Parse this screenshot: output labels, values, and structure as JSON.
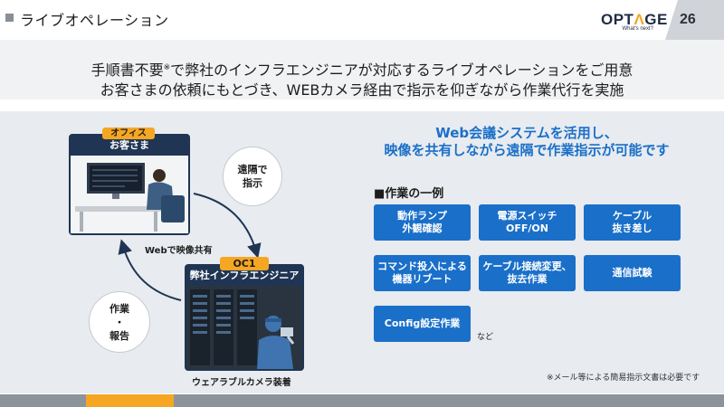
{
  "header": {
    "title": "ライブオペレーション",
    "logo_main_1": "OPT",
    "logo_accent": "Λ",
    "logo_main_2": "GE",
    "logo_tagline": "What's next?",
    "page_number": "26"
  },
  "intro": {
    "line1_a": "手順書不要",
    "line1_sup": "※",
    "line1_b": "で弊社のインフラエンジニアが対応するライブオペレーションをご用意",
    "line2": "お客さまの依頼にもとづき、WEBカメラ経由で指示を仰ぎながら作業代行を実施"
  },
  "diagram": {
    "office_tag": "オフィス",
    "office_head": "お客さま",
    "oc1_tag": "OC1",
    "oc1_head": "弊社インフラエンジニア",
    "web_share": "Webで映像共有",
    "wearable": "ウェアラブルカメラ装着",
    "bubble_remote_1": "遠隔で",
    "bubble_remote_2": "指示",
    "bubble_work_1": "作業",
    "bubble_work_2": "・",
    "bubble_work_3": "報告"
  },
  "right": {
    "title_line1": "Web会議システムを活用し、",
    "title_line2": "映像を共有しながら遠隔で作業指示が可能です",
    "list_label": "■作業の一例",
    "buttons": [
      {
        "l1": "動作ランプ",
        "l2": "外観確認"
      },
      {
        "l1": "電源スイッチ",
        "l2": "OFF/ON"
      },
      {
        "l1": "ケーブル",
        "l2": "抜き差し"
      },
      {
        "l1": "コマンド投入による",
        "l2": "機器リブート"
      },
      {
        "l1": "ケーブル接続変更、",
        "l2": "抜去作業"
      },
      {
        "l1": "通信試験",
        "l2": ""
      },
      {
        "l1": "Config設定作業",
        "l2": ""
      }
    ],
    "etc": "など",
    "note": "※メール等による簡易指示文書は必要です"
  },
  "colors": {
    "accent_blue": "#1a6fc9",
    "navy": "#1f3553",
    "orange": "#f5a623"
  }
}
